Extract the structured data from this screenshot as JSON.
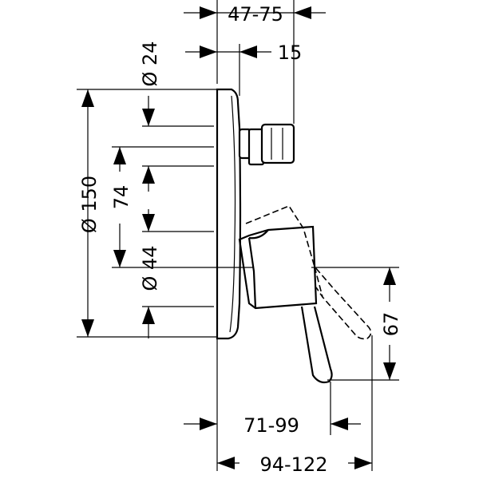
{
  "dimensions": {
    "d24": "Ø 24",
    "d150": "Ø 150",
    "d74": "74",
    "d44": "Ø 44",
    "w47_75": "47-75",
    "w15": "15",
    "h67": "67",
    "w71_99": "71-99",
    "w94_122": "94-122"
  }
}
